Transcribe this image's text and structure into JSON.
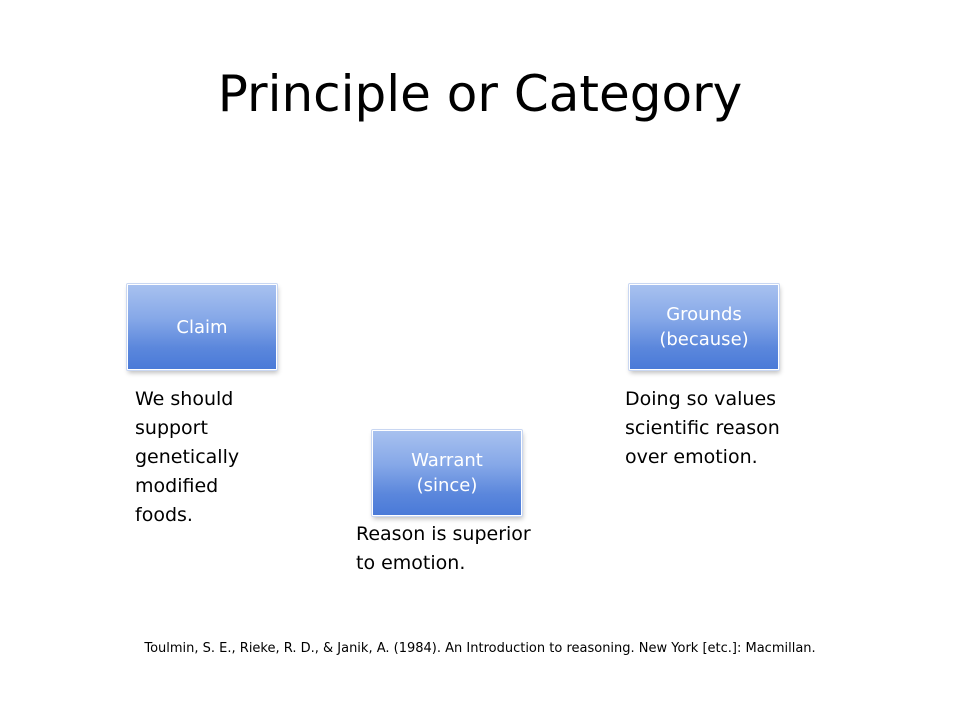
{
  "slide": {
    "title": "Principle or Category",
    "citation": "Toulmin, S. E., Rieke, R. D., & Janik, A. (1984). An Introduction to reasoning. New York [etc.]: Macmillan."
  },
  "nodes": {
    "claim": {
      "label": "Claim",
      "text": "We should\nsupport\ngenetically\nmodified\nfoods."
    },
    "grounds": {
      "label": "Grounds\n(because)",
      "text": "Doing so values\nscientific reason\nover emotion."
    },
    "warrant": {
      "label": "Warrant\n(since)",
      "text": "Reason is superior\nto emotion."
    }
  },
  "colors": {
    "node_fill": "#5b87dc",
    "node_text": "#ffffff",
    "background": "#ffffff"
  }
}
